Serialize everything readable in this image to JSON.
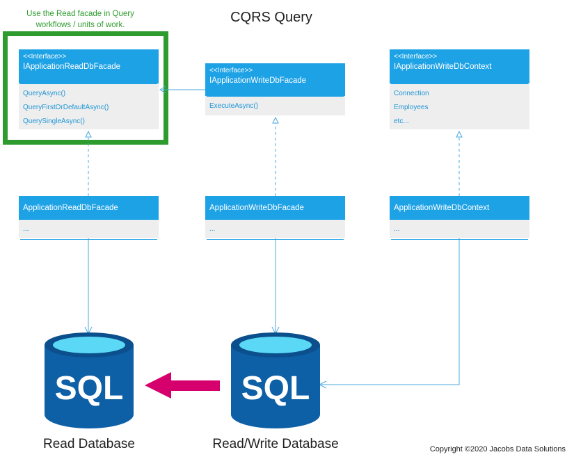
{
  "title": "CQRS Query",
  "note": "Use the Read facade in Query workflows / units of work.",
  "interfaces": [
    {
      "stereotype": "<<Interface>>",
      "name": "IApplicationReadDbFacade",
      "members": [
        "QueryAsync()",
        "QueryFirstOrDefaultAsync()",
        "QuerySingleAsync()"
      ]
    },
    {
      "stereotype": "<<Interface>>",
      "name": "IApplicationWriteDbFacade",
      "members": [
        "ExecuteAsync()"
      ]
    },
    {
      "stereotype": "<<Interface>>",
      "name": "IApplicationWriteDbContext",
      "members": [
        "Connection",
        "Employees",
        "etc..."
      ]
    }
  ],
  "implementations": [
    {
      "name": "ApplicationReadDbFacade",
      "members": [
        "..."
      ]
    },
    {
      "name": "ApplicationWriteDbFacade",
      "members": [
        "..."
      ]
    },
    {
      "name": "ApplicationWriteDbContext",
      "members": [
        "..."
      ]
    }
  ],
  "databases": [
    {
      "icon_text": "SQL",
      "label": "Read Database"
    },
    {
      "icon_text": "SQL",
      "label": "Read/Write Database"
    }
  ],
  "copyright": "Copyright ©2020 Jacobs Data Solutions",
  "colors": {
    "class_header": "#1ea2e6",
    "highlight": "#2e9b2e",
    "sync_arrow": "#d5006d",
    "db_body": "#0d5fa6",
    "db_top": "#5ad8f5"
  }
}
